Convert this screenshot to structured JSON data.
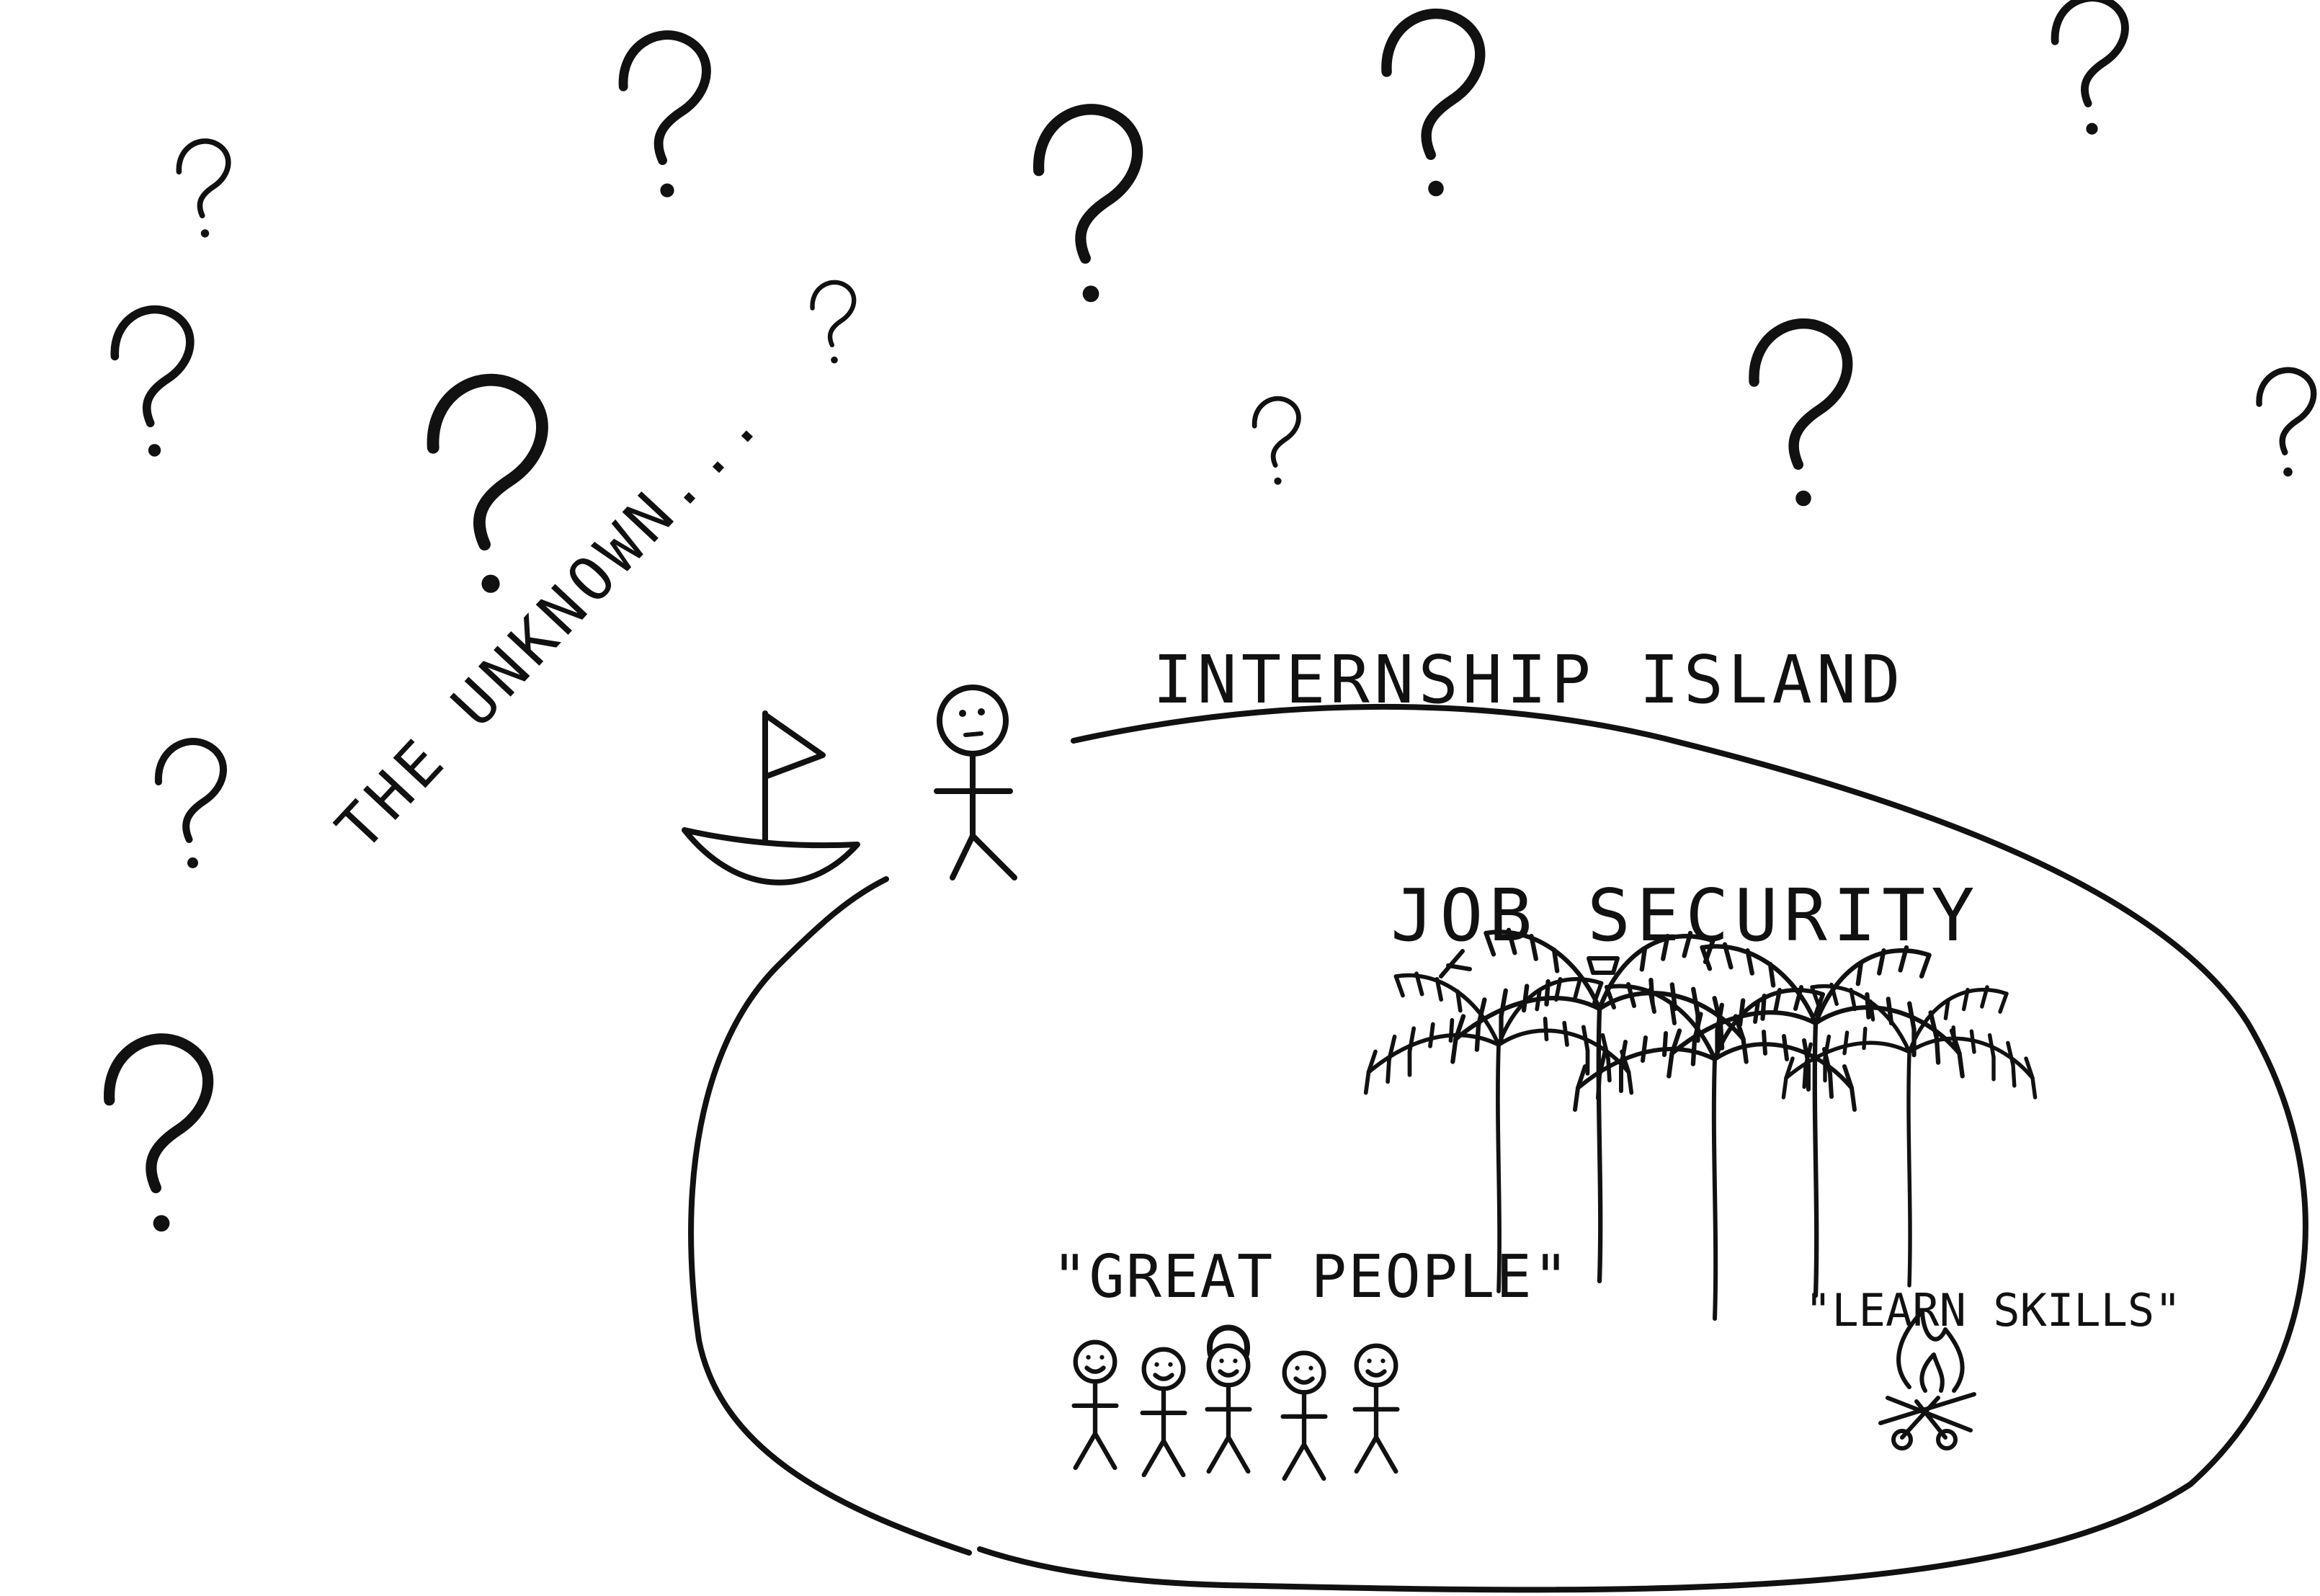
{
  "labels": {
    "unknown": "THE UNKNOWN...",
    "island": "INTERNSHIP ISLAND",
    "job_security": "JOB SECURITY",
    "great_people": "\"GREAT PEOPLE\"",
    "learn_skills": "\"LEARN SKILLS\""
  },
  "icons": {
    "question": "question-mark-icon",
    "boat": "sailboat-icon",
    "person": "stick-figure-icon",
    "trees": "palm-tree-icon",
    "fire": "campfire-icon"
  },
  "colors": {
    "ink": "#111111",
    "background": "#ffffff"
  }
}
